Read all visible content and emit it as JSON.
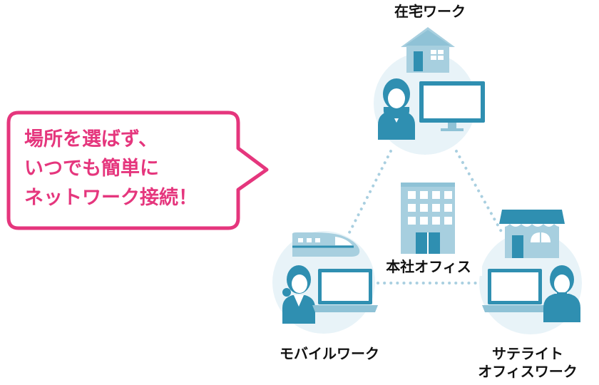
{
  "callout": {
    "lines": [
      "場所を選ばず、",
      "いつでも簡単に",
      "ネットワーク接続！"
    ],
    "color": "#e5367d"
  },
  "nodes": {
    "home": {
      "label": "在宅ワーク"
    },
    "headquarters": {
      "label": "本社オフィス"
    },
    "mobile": {
      "label": "モバイルワーク"
    },
    "satellite": {
      "label_lines": [
        "サテライト",
        "オフィスワーク"
      ]
    }
  },
  "colors": {
    "primary": "#2f8fb1",
    "light": "#a7cfdf",
    "circle": "#e8f3f8",
    "dots": "#a9cfe0",
    "text": "#111111"
  },
  "icons": [
    "house-icon",
    "person-woman-icon",
    "desktop-monitor-icon",
    "office-building-icon",
    "bullet-train-icon",
    "laptop-icon",
    "shop-icon",
    "person-man-icon"
  ]
}
